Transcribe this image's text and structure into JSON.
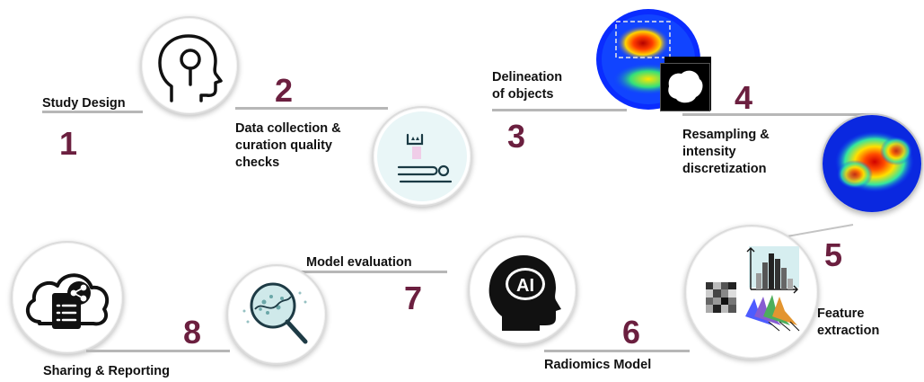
{
  "steps": [
    {
      "number": "1",
      "label": "Study Design",
      "icon": "head-silhouette-icon"
    },
    {
      "number": "2",
      "label": "Data collection & curation quality checks",
      "label_lines": [
        "Data collection &",
        "curation quality",
        "checks"
      ],
      "icon": "pet-scanner-icon"
    },
    {
      "number": "3",
      "label": "Delineation of objects",
      "label_lines": [
        "Delineation",
        "of objects"
      ],
      "icon": "pet-scan-segmentation-icon"
    },
    {
      "number": "4",
      "label": "Resampling & intensity discretization",
      "label_lines": [
        "Resampling &",
        "intensity",
        "discretization"
      ],
      "icon": "heatmap-scan-icon"
    },
    {
      "number": "5",
      "label": "Feature extraction",
      "label_lines": [
        "Feature",
        "extraction"
      ],
      "icon": "histogram-features-icon"
    },
    {
      "number": "6",
      "label": "Radiomics Model",
      "icon": "ai-head-icon"
    },
    {
      "number": "7",
      "label": "Model evaluation",
      "icon": "magnifier-evaluation-icon"
    },
    {
      "number": "8",
      "label": "Sharing & Reporting",
      "icon": "cloud-share-icon"
    }
  ],
  "colors": {
    "number": "#6b1f3f",
    "rule": "#b7b7b7",
    "icon_stroke": "#111111",
    "scanner_teal": "#7fb8b4"
  }
}
